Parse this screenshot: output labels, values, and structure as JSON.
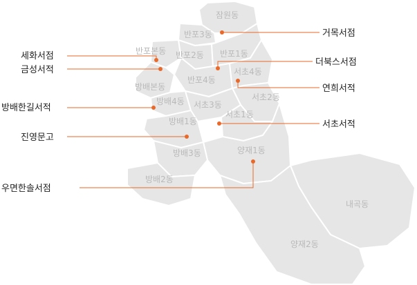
{
  "districts": {
    "jamwon": "잠원동",
    "banpo3": "반포3동",
    "banpobon": "반포본동",
    "banpo2": "반포2동",
    "banpo1": "반포1동",
    "banpo4": "반포4동",
    "seocho4": "서초4동",
    "bangbaebon": "방배본동",
    "seocho2": "서초2동",
    "bangbae4": "방배4동",
    "seocho3": "서초3동",
    "seocho1": "서초1동",
    "bangbae1": "방배1동",
    "yangjae1": "양재1동",
    "bangbae3": "방배3동",
    "bangbae2": "방배2동",
    "naegok": "내곡동",
    "yangjae2": "양재2동"
  },
  "stores": {
    "geomok": "거목서점",
    "sehwa": "세화서점",
    "geumseong": "금성서적",
    "deobooks": "더북스서점",
    "yeonhui": "연희서적",
    "bangbaehangil": "방배한길서적",
    "seocho": "서초서적",
    "jinyeong": "진영문고",
    "umyeonhansol": "우면한솔서점"
  },
  "colors": {
    "region": "#e6e6e6",
    "border": "#ffffff",
    "accent": "#e8692a",
    "district_text": "#b9b9b9",
    "store_text": "#222222"
  }
}
